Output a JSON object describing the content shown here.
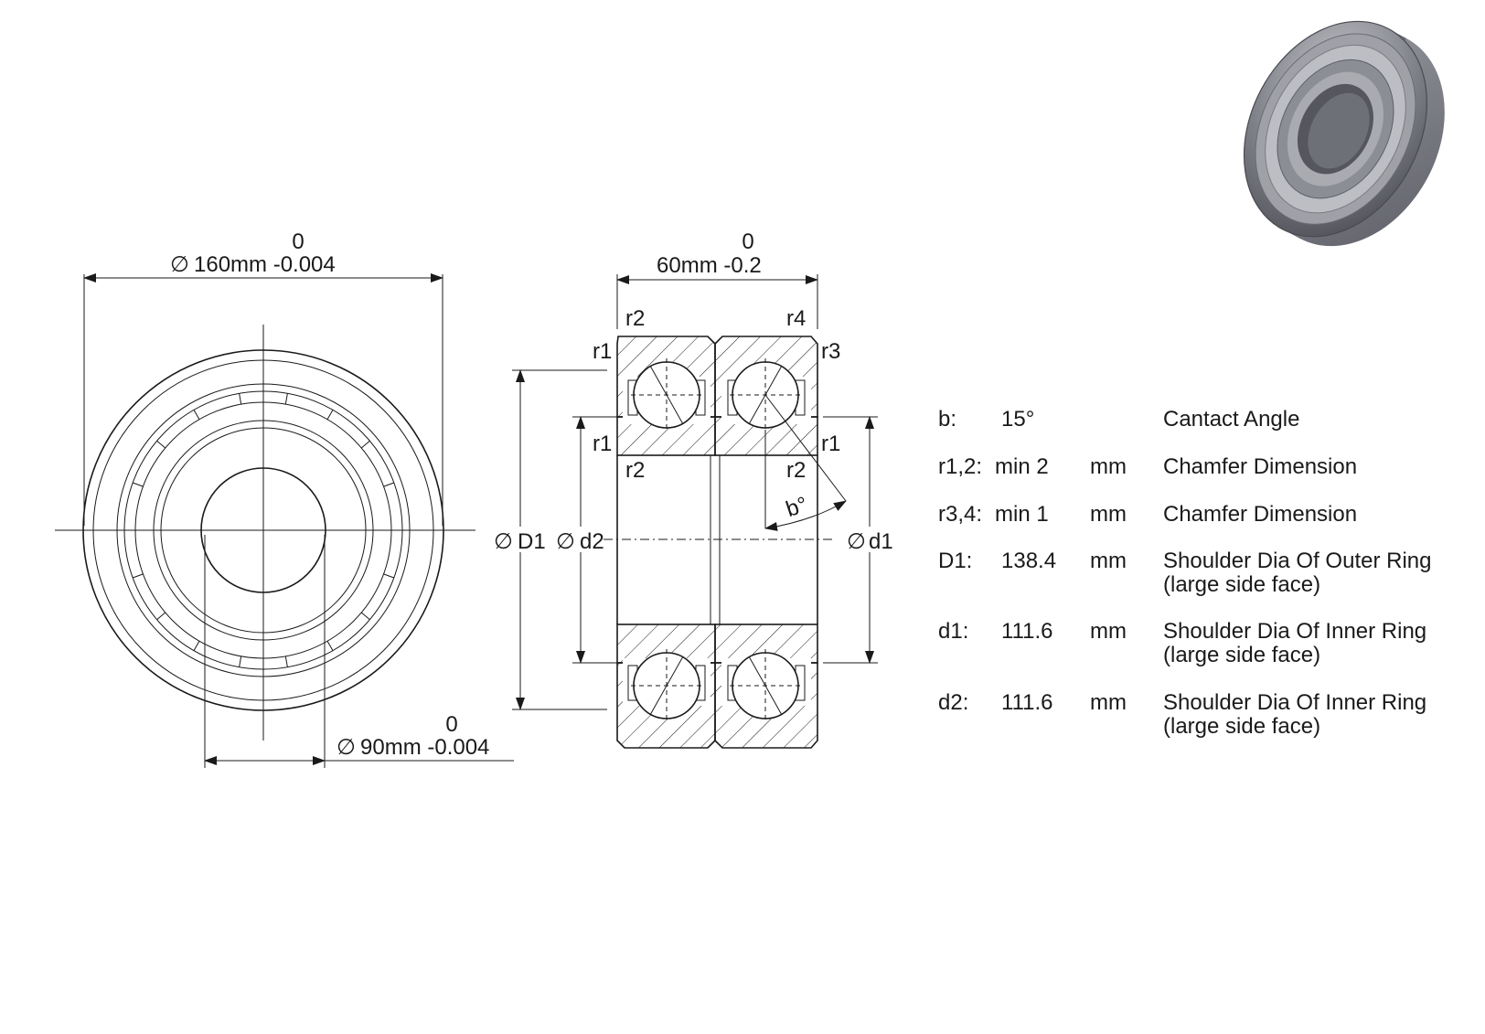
{
  "front_view": {
    "outer_tol_upper": "0",
    "outer_dim": "160mm -0.004",
    "bore_tol_upper": "0",
    "bore_dim": "90mm -0.004"
  },
  "section_view": {
    "width_tol_upper": "0",
    "width_dim": "60mm -0.2",
    "labels": {
      "r2_top_left": "r2",
      "r4_top_right": "r4",
      "r1_left_upper": "r1",
      "r3_right_upper": "r3",
      "r1_left_mid": "r1",
      "r1_right_mid": "r1",
      "r2_mid_left": "r2",
      "r2_mid_right": "r2",
      "angle": "b°",
      "D1": "D1",
      "d2": "d2",
      "d1": "d1"
    },
    "diameter_symbol": "∅"
  },
  "specs": [
    {
      "key": "b:",
      "value": "15°",
      "unit": "",
      "desc1": "Cantact Angle",
      "desc2": ""
    },
    {
      "key": "r1,2:",
      "value": "min 2",
      "unit": "mm",
      "desc1": "Chamfer Dimension",
      "desc2": ""
    },
    {
      "key": "r3,4:",
      "value": "min 1",
      "unit": "mm",
      "desc1": "Chamfer Dimension",
      "desc2": ""
    },
    {
      "key": "D1:",
      "value": "138.4",
      "unit": "mm",
      "desc1": "Shoulder Dia Of Outer Ring",
      "desc2": "(large side face)"
    },
    {
      "key": "d1:",
      "value": "111.6",
      "unit": "mm",
      "desc1": "Shoulder Dia Of Inner Ring",
      "desc2": "(large side face)"
    },
    {
      "key": "d2:",
      "value": "111.6",
      "unit": "mm",
      "desc1": "Shoulder Dia Of Inner Ring",
      "desc2": "(large side face)"
    }
  ],
  "colors": {
    "line": "#1a1a1a",
    "bearing_body": "#7f8187",
    "bearing_highlight": "#b4b6bb",
    "bearing_shadow": "#5a5b62"
  }
}
